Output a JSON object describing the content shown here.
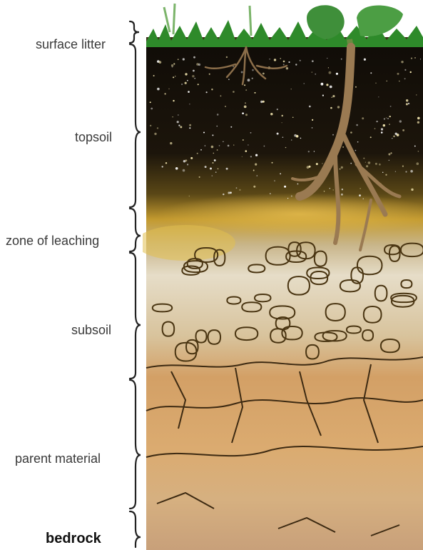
{
  "layers": [
    {
      "id": "surface-litter",
      "label": "surface litter",
      "bold": false
    },
    {
      "id": "topsoil",
      "label": "topsoil",
      "bold": false
    },
    {
      "id": "zone-of-leaching",
      "label": "zone of leaching",
      "bold": false
    },
    {
      "id": "subsoil",
      "label": "subsoil",
      "bold": false
    },
    {
      "id": "parent-material",
      "label": "parent material",
      "bold": false
    },
    {
      "id": "bedrock",
      "label": "bedrock",
      "bold": true
    }
  ],
  "colors": {
    "litter": "#2f8a2a",
    "topsoil": "#1a130a",
    "leaching": "#c79a2c",
    "subsoil": "#d9c9a6",
    "parent": "#d9a66a",
    "bedrock": "#c9a27a",
    "crack": "#3d2a12",
    "root": "#9a7a52",
    "leaf": "#3f8f3a"
  }
}
